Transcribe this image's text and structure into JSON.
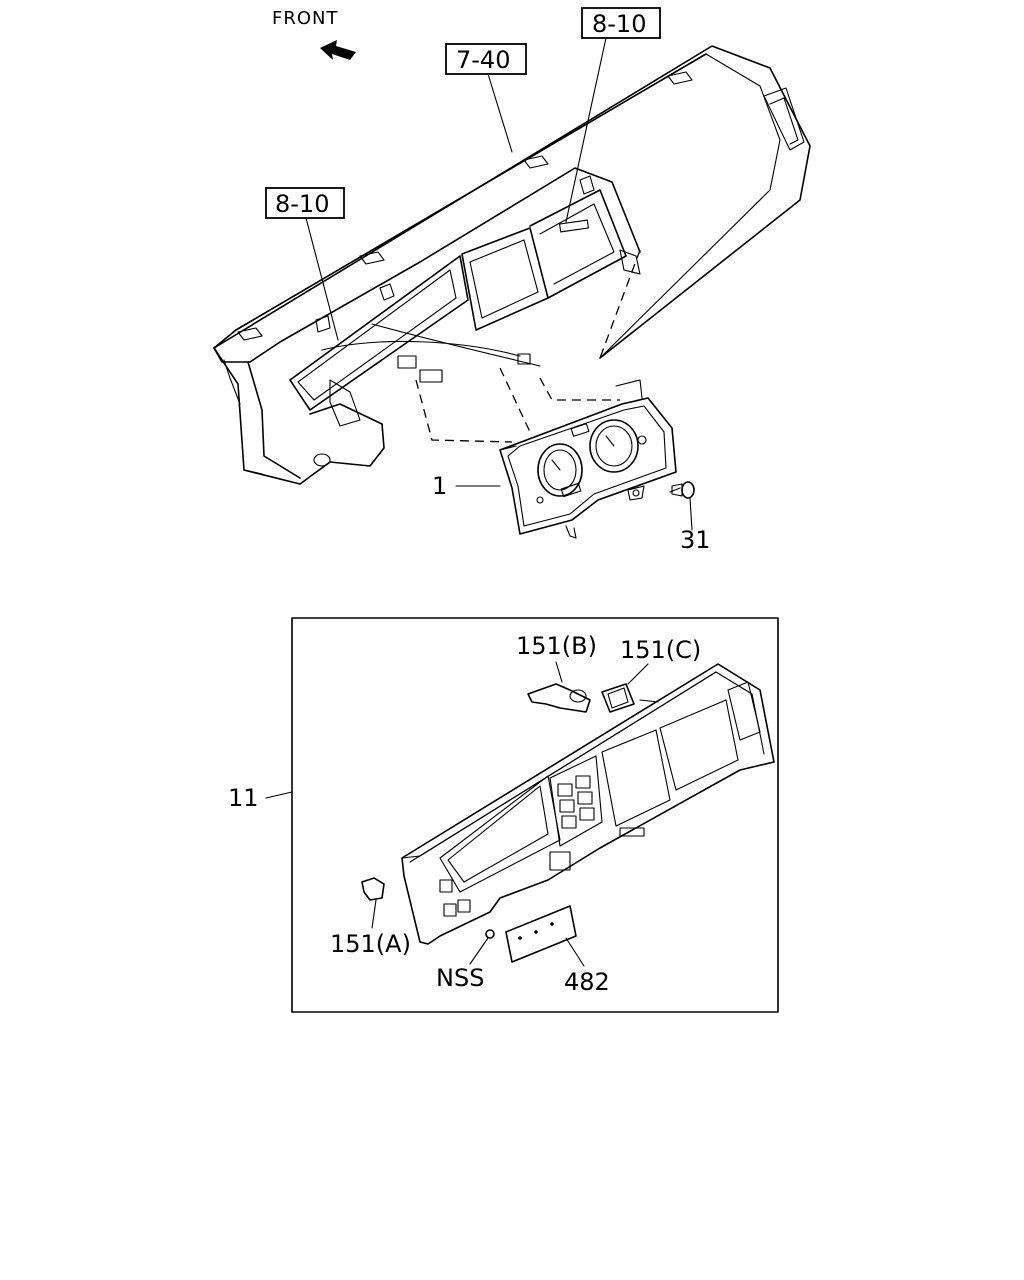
{
  "direction_label": "FRONT",
  "ref_boxes": [
    {
      "id": "ref-7-40",
      "text": "7-40"
    },
    {
      "id": "ref-8-10-upper",
      "text": "8-10"
    },
    {
      "id": "ref-8-10-left",
      "text": "8-10"
    }
  ],
  "callouts": {
    "meter_assembly": "1",
    "screw": "31",
    "cluster_bezel": "11",
    "clip_a": "151(A)",
    "clip_b": "151(B)",
    "clip_c": "151(C)",
    "nss": "NSS",
    "label_plate": "482"
  }
}
